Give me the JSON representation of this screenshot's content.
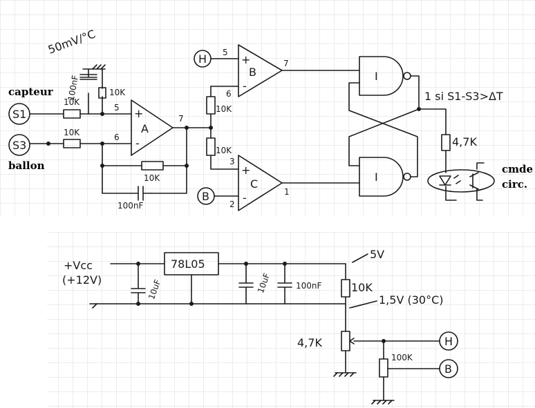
{
  "labels": {
    "gain": "50mV/°C",
    "capteur": "capteur",
    "ballon": "ballon",
    "cmde_1": "cmde",
    "cmde_2": "circ.",
    "condition": "1 si S1-S3>ΔT",
    "v5": "5V",
    "v15": "1,5V (30°C)"
  },
  "nodes": {
    "s1": "S1",
    "s3": "S3",
    "h_top": "H",
    "b_top": "B",
    "h_bottom": "H",
    "b_bottom": "B",
    "supply_1": "+Vcc",
    "supply_2": "(+12V)"
  },
  "opamps": {
    "a": {
      "name": "A",
      "plus": "+",
      "minus": "-",
      "in_plus_pin": "5",
      "in_minus_pin": "6",
      "out_pin": "7"
    },
    "b": {
      "name": "B",
      "plus": "+",
      "minus": "-",
      "in_plus_pin": "5",
      "in_minus_pin": "6",
      "out_pin": "7"
    },
    "c": {
      "name": "C",
      "plus": "+",
      "minus": "-",
      "in_plus_pin": "3",
      "in_minus_pin": "2",
      "out_pin": "1"
    }
  },
  "gates": {
    "g1": "I",
    "g2": "I"
  },
  "components": {
    "r_s1": "10K",
    "r_s3": "10K",
    "c_in": "100nF",
    "r_in": "10K",
    "r_fb": "10K",
    "c_fb": "100nF",
    "r_div1": "10K",
    "r_div2": "10K",
    "r_led": "4,7K",
    "regulator": "78L05",
    "c_reg_in": "10uF",
    "c_reg_out1": "10uF",
    "c_reg_out2": "100nF",
    "r_top": "10K",
    "r_pot": "4,7K",
    "r_bias": "100K"
  },
  "colors": {
    "ink": "#1a1a1a",
    "grid": "#d9d9d9",
    "paper": "#ffffff"
  }
}
